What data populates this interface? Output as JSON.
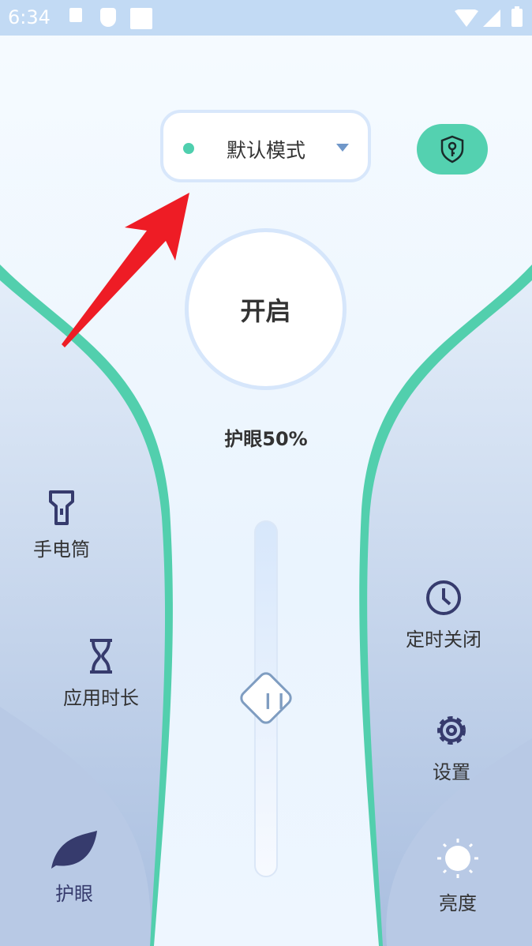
{
  "status_bar": {
    "time": "6:34"
  },
  "mode_selector": {
    "label": "默认模式"
  },
  "power_button": {
    "label": "开启"
  },
  "eye_protection": {
    "label": "护眼50%",
    "level_percent": 50
  },
  "left_items": [
    {
      "label": "手电筒",
      "icon": "flashlight-icon"
    },
    {
      "label": "应用时长",
      "icon": "hourglass-icon"
    },
    {
      "label": "护眼",
      "icon": "leaf-icon"
    }
  ],
  "right_items": [
    {
      "label": "定时关闭",
      "icon": "clock-icon"
    },
    {
      "label": "设置",
      "icon": "gear-icon"
    },
    {
      "label": "亮度",
      "icon": "sun-icon"
    }
  ],
  "colors": {
    "accent": "#54d1b0",
    "navy": "#363b6d",
    "status_bar": "#c2daf4"
  }
}
